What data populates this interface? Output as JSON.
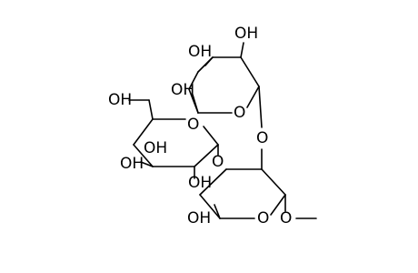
{
  "molecule": {
    "labels": {
      "oh_top_left": "OH",
      "oh_top_right": "OH",
      "oh_ring_top": "OH",
      "ring_o_top": "O",
      "oh_ch2": "OH",
      "ring_o_left": "O",
      "oh_left_1": "OH",
      "oh_left_2": "OH",
      "glyco_o_right": "O",
      "glyco_o_mid": "O",
      "oh_lower": "OH",
      "oh_bottom": "OH",
      "ring_o_bottom": "O",
      "o_methyl": "O"
    },
    "colors": {
      "bond": "#000000",
      "text": "#000000",
      "background": "#ffffff"
    }
  }
}
